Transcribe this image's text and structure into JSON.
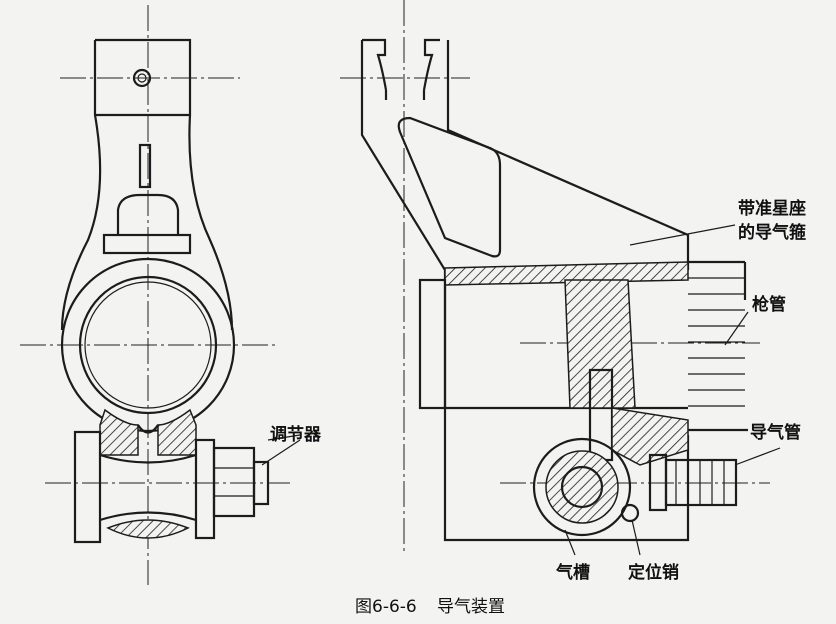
{
  "labels": {
    "sight_base_line1": "带准星座",
    "sight_base_line2": "的导气箍",
    "barrel": "枪管",
    "regulator": "调节器",
    "gas_tube": "导气管",
    "gas_groove": "气槽",
    "locating_pin": "定位销"
  },
  "caption": {
    "number": "图6-6-6",
    "title": "导气装置"
  }
}
